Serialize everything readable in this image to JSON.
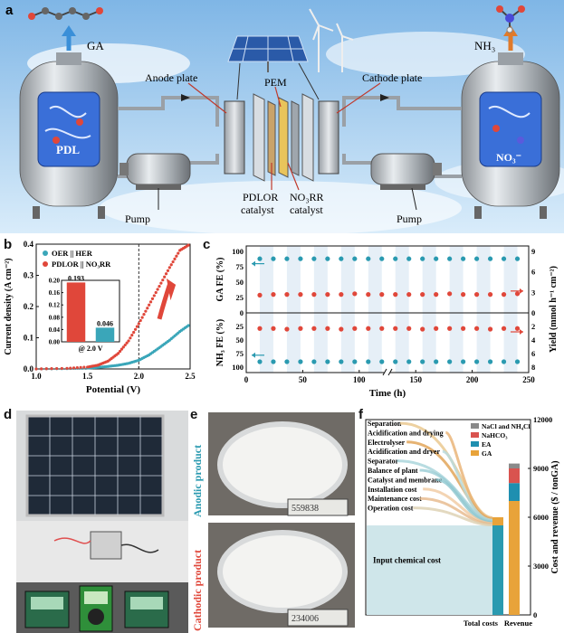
{
  "panel_a": {
    "label": "a",
    "ga": "GA",
    "nh3": "NH₃",
    "anode_plate": "Anode plate",
    "cathode_plate": "Cathode plate",
    "pem": "PEM",
    "pdl": "PDL",
    "no3": "NO₃⁻",
    "pump_left": "Pump",
    "pump_right": "Pump",
    "pdlor_catalyst_1": "PDLOR",
    "pdlor_catalyst_2": "catalyst",
    "no3rr_catalyst_1": "NO₃RR",
    "no3rr_catalyst_2": "catalyst"
  },
  "panel_d": {
    "label": "d"
  },
  "panel_e": {
    "label": "e",
    "anodic_product": "Anodic product",
    "cathodic_product": "Cathodic product",
    "scale_top": "559838",
    "scale_bottom": "234006"
  },
  "chart_data": [
    {
      "panel": "b",
      "type": "line",
      "xlabel": "Potential (V)",
      "ylabel": "Current density (A cm⁻²)",
      "xlim": [
        1.0,
        2.5
      ],
      "ylim": [
        0.0,
        0.4
      ],
      "xticks": [
        "1.0",
        "1.5",
        "2.0",
        "2.5"
      ],
      "yticks": [
        "0.0",
        "0.1",
        "0.2",
        "0.3",
        "0.4"
      ],
      "series": [
        {
          "name": "OER || HER",
          "color": "#3aa6b9",
          "x": [
            1.0,
            1.3,
            1.5,
            1.6,
            1.7,
            1.8,
            1.9,
            2.0,
            2.1,
            2.2,
            2.3,
            2.4,
            2.5
          ],
          "y": [
            0.0,
            0.001,
            0.003,
            0.005,
            0.008,
            0.012,
            0.018,
            0.028,
            0.045,
            0.068,
            0.092,
            0.12,
            0.143
          ]
        },
        {
          "name": "PDLOR || NO₃RR",
          "color": "#e0473a",
          "x": [
            1.0,
            1.3,
            1.5,
            1.6,
            1.7,
            1.8,
            1.9,
            2.0,
            2.1,
            2.2,
            2.3,
            2.4,
            2.5
          ],
          "y": [
            0.0,
            0.002,
            0.006,
            0.012,
            0.025,
            0.05,
            0.09,
            0.145,
            0.205,
            0.265,
            0.325,
            0.38,
            0.4
          ]
        }
      ],
      "vline": 2.0,
      "inset": {
        "type": "bar",
        "categories": [
          "PDLOR || NO₃RR",
          "OER || HER"
        ],
        "values": [
          0.193,
          0.046
        ],
        "labels": [
          "0.193",
          "0.046"
        ],
        "colors": [
          "#e0473a",
          "#3aa6b9"
        ],
        "ylim": [
          0.0,
          0.2
        ],
        "yticks": [
          "0.00",
          "0.04",
          "0.08",
          "0.12",
          "0.16",
          "0.20"
        ],
        "xlabel": "@ 2.0 V"
      }
    },
    {
      "panel": "c",
      "type": "scatter",
      "xlabel": "Time (h)",
      "ylabel_top": "GA FE (%)",
      "ylabel_bottom": "NH₃ FE (%)",
      "ylabel_right": "Yield (mmol h⁻¹ cm⁻²)",
      "xticks": [
        "0",
        "50",
        "100",
        "150",
        "200",
        "250"
      ],
      "yticks_left_top": [
        "100",
        "75",
        "50",
        "25",
        "0"
      ],
      "yticks_left_bottom": [
        "25",
        "50",
        "75",
        "100"
      ],
      "yticks_right_top": [
        "9",
        "6",
        "3",
        "0"
      ],
      "yticks_right_bottom": [
        "2",
        "4",
        "6",
        "8"
      ],
      "time": [
        12,
        24,
        36,
        48,
        60,
        72,
        84,
        96,
        108,
        120,
        132,
        144,
        156,
        168,
        180,
        192,
        204,
        216,
        228,
        240
      ],
      "ga_fe": [
        88,
        88,
        88,
        88,
        88,
        88,
        88,
        88,
        88,
        88,
        88,
        88,
        88,
        88,
        88,
        88,
        88,
        88,
        88,
        88
      ],
      "ga_yield": [
        2.6,
        2.7,
        2.7,
        2.7,
        2.7,
        2.7,
        2.7,
        2.8,
        2.7,
        2.7,
        2.7,
        2.7,
        2.7,
        2.7,
        2.8,
        2.7,
        2.7,
        2.7,
        2.7,
        2.8
      ],
      "nh3_fe": [
        90,
        90,
        90,
        90,
        90,
        90,
        90,
        90,
        90,
        90,
        90,
        90,
        90,
        90,
        90,
        90,
        90,
        90,
        90,
        90
      ],
      "nh3_yield": [
        2.3,
        2.3,
        2.4,
        2.3,
        2.3,
        2.3,
        2.4,
        2.3,
        2.3,
        2.3,
        2.3,
        2.3,
        2.4,
        2.3,
        2.3,
        2.3,
        2.3,
        2.4,
        2.3,
        2.3
      ]
    },
    {
      "panel": "f",
      "type": "bar",
      "ylabel": "Cost and revenue ($ / tonGA)",
      "ylim": [
        0,
        12000
      ],
      "yticks": [
        "0",
        "3000",
        "6000",
        "9000",
        "12000"
      ],
      "categories": [
        "Total costs",
        "Revenue"
      ],
      "total_costs": 6000,
      "cost_items": [
        "Separation",
        "Acidification and drying",
        "Electrolyser",
        "Acidification and dryer",
        "Separator",
        "Balance of plant",
        "Catalyst and membrane",
        "Installation cost",
        "Maintenance cost",
        "Operation cost",
        "Input chemical cost"
      ],
      "input_chemical_cost": 5500,
      "revenue": [
        {
          "name": "GA",
          "value": 7000,
          "color": "#e8a33a"
        },
        {
          "name": "EA",
          "value": 1100,
          "color": "#1f8fb0"
        },
        {
          "name": "NaHCO₃",
          "value": 900,
          "color": "#d9534f"
        },
        {
          "name": "NaCl and NH₄Cl",
          "value": 300,
          "color": "#8a8a8a"
        }
      ]
    }
  ]
}
